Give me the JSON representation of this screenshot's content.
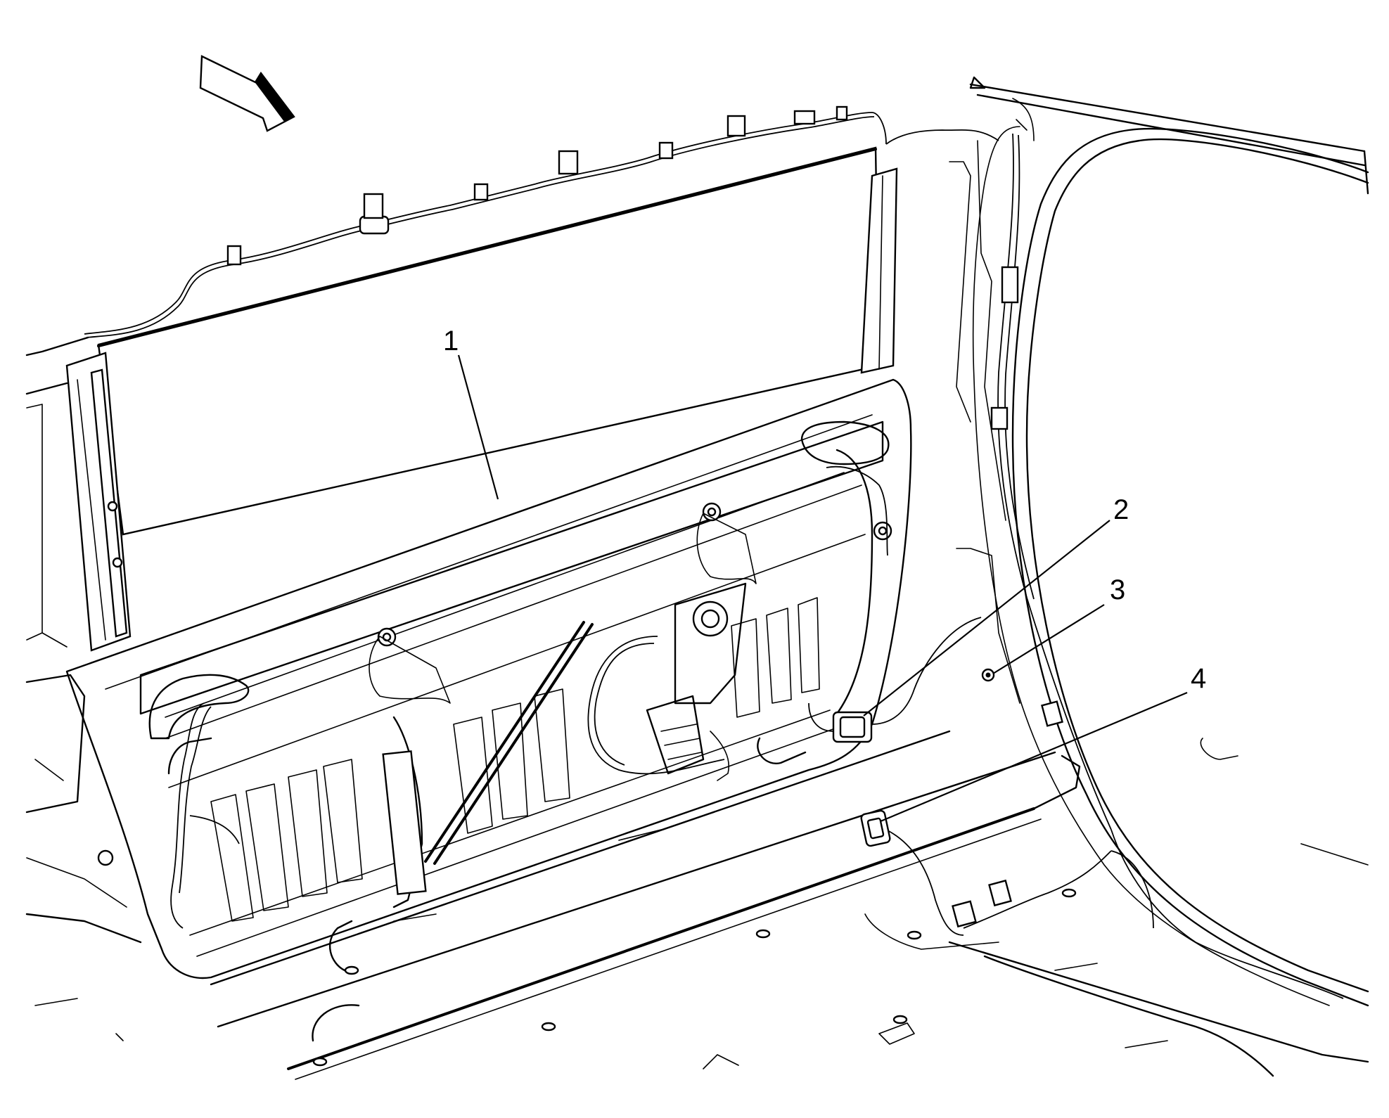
{
  "callouts": [
    {
      "id": "1",
      "label": "1"
    },
    {
      "id": "2",
      "label": "2"
    },
    {
      "id": "3",
      "label": "3"
    },
    {
      "id": "4",
      "label": "4"
    }
  ],
  "icons": {
    "direction_arrow": "forward-direction-arrow-icon"
  },
  "colors": {
    "line": "#000000",
    "background": "#ffffff"
  }
}
